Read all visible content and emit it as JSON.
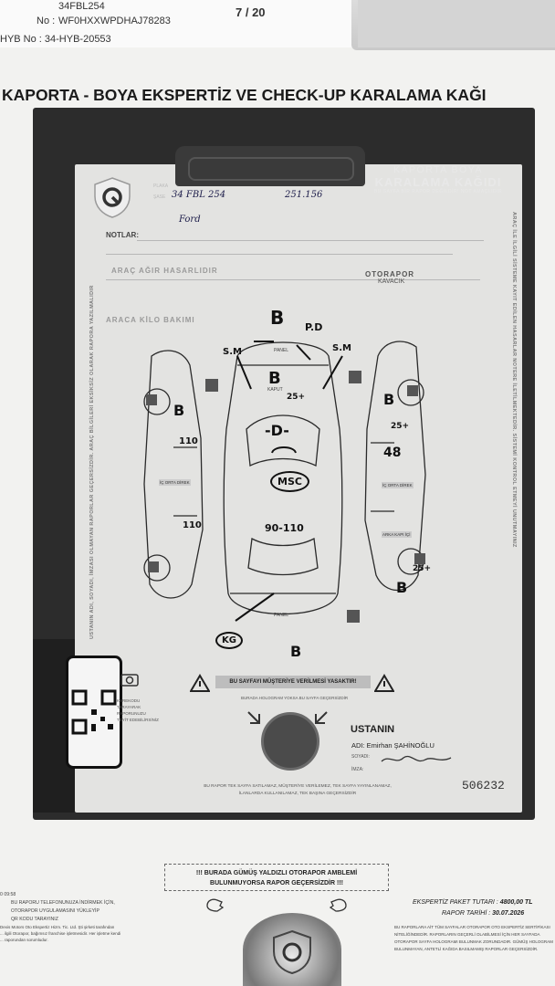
{
  "header": {
    "plate": "34FBL254",
    "no_label": "No :",
    "chassis": "WF0HXXWPDHAJ78283",
    "hyb": "HYB No : 34-HYB-20553",
    "page": "7 / 20"
  },
  "banner": "KAPORTA - BOYA EKSPERTİZ VE CHECK-UP KARALAMA KAĞI",
  "form": {
    "title_line1": "KAPORTA BOYA",
    "title_line2": "KARALAMA KAĞIDI",
    "title_sub": "BU SAYFA BİR RAPOR DEĞİLDİR! NOT AMAÇLIDIR",
    "field_labels": [
      "PLAKA",
      "ŞASE"
    ],
    "plate_hand": "34 FBL 254",
    "km_hand": "251.156",
    "brand_hand": "Ford",
    "notes_label": "NOTLAR:",
    "wm_heavy": "ARAÇ AĞIR HASARLIDIR",
    "wm_kilo": "ARACA KİLO BAKIMI",
    "brand": "OTORAPOR",
    "branch": "KAVACIK",
    "vert_left": "USTANIN ADI, SOYADI, İMZASI OLMAYAN RAPORLAR GEÇERSİZDİR. ARAÇ BİLGİLERİ EKSİKSİZ OLARAK RAPORA YAZILMALIDIR",
    "vert_right": "ARAÇ İLE İLGİLİ SİSTEME KAYIT EDİLEN HASARLAR NOTERE İLETİLMEKTEDİR. SİSTEMİ KONTROL ETMEYİ UNUTMAYINIZ"
  },
  "marks": {
    "b": "B",
    "pd": "P.D",
    "sm": "S.M",
    "panel": "PANEL",
    "kaput": "KAPUT",
    "d": "-D-",
    "tp": "25+",
    "msc": "MSC",
    "m1": "90-110",
    "m2": "110",
    "m3": "48",
    "kg": "KG",
    "ic": "İÇ ORTA DİREK",
    "arka": "ARKA KAPI İÇİ"
  },
  "warning": "BU SAYFAYI MÜŞTERİYE VERİLMESİ YASAKTIR!",
  "holo_note": "BURADA HOLOGRAM YOKSA BU SAYFA GEÇERSİZDİR",
  "qr_note": [
    "KAREKODU",
    "TARAYARAK",
    "RAPORUNUZU",
    "TEYİT EDEBİLİRSİNİZ"
  ],
  "signature": {
    "title": "USTANIN",
    "name_label": "ADI: ",
    "name": "Emirhan ŞAHİNOĞLU",
    "surname_label": "SOYADI:",
    "sign_label": "İMZA:"
  },
  "serial": "506232",
  "bottom_notes": [
    "BU RAPOR TEK SAYFA SATILAMAZ, MÜŞTERİYE VERİLEMEZ, TEK SAYFA YAYINLANAMAZ,",
    "İLANLARDA KULLANILAMAZ, TEK BAŞINA GEÇERSİZDİR"
  ],
  "hologram_box": [
    "!!! BURADA GÜMÜŞ YALDIZLI OTORAPOR AMBLEMİ",
    "BULUNMUYORSA RAPOR GEÇERSİZDİR !!!"
  ],
  "footer_left": [
    "0 09:58",
    "BU RAPORU TELEFONUNUZA İNDİRMEK İÇİN,",
    "OTORAPOR UYGULAMASINI YÜKLEYİP",
    "QR KODU TARAYINIZ",
    "Dexis Motors Oto Ekspertiz Hizm. Tic. Ltd. Şti şirketi tarafından",
    "... ilgili Otorapor, bağımsız franchise işletmesidir. Her işletme kendi",
    "... raporundan sorumludur."
  ],
  "price_label": "EKSPERTİZ PAKET TUTARI : ",
  "price": "4800,00 TL",
  "date_label": "RAPOR TARİHİ : ",
  "date": "30.07.2026",
  "fine_print": "BU RAPORLARA AİT TÜM SAYFALAR OTORAPOR OTO EKSPERTİZ SERTİFİKASI NİTELİĞİNDEDİR. RAPORLARIN GEÇERLİ OLABİLMESİ İÇİN HER SAYFADA OTORAPOR SAYFA HOLOGRAMI BULUNMAK ZORUNDADIR. GÜMÜŞ HOLOGRAM BULUNMAYAN, ANTETLİ KAĞIDA BASILMAMIŞ RAPORLAR GEÇERSİZDİR."
}
